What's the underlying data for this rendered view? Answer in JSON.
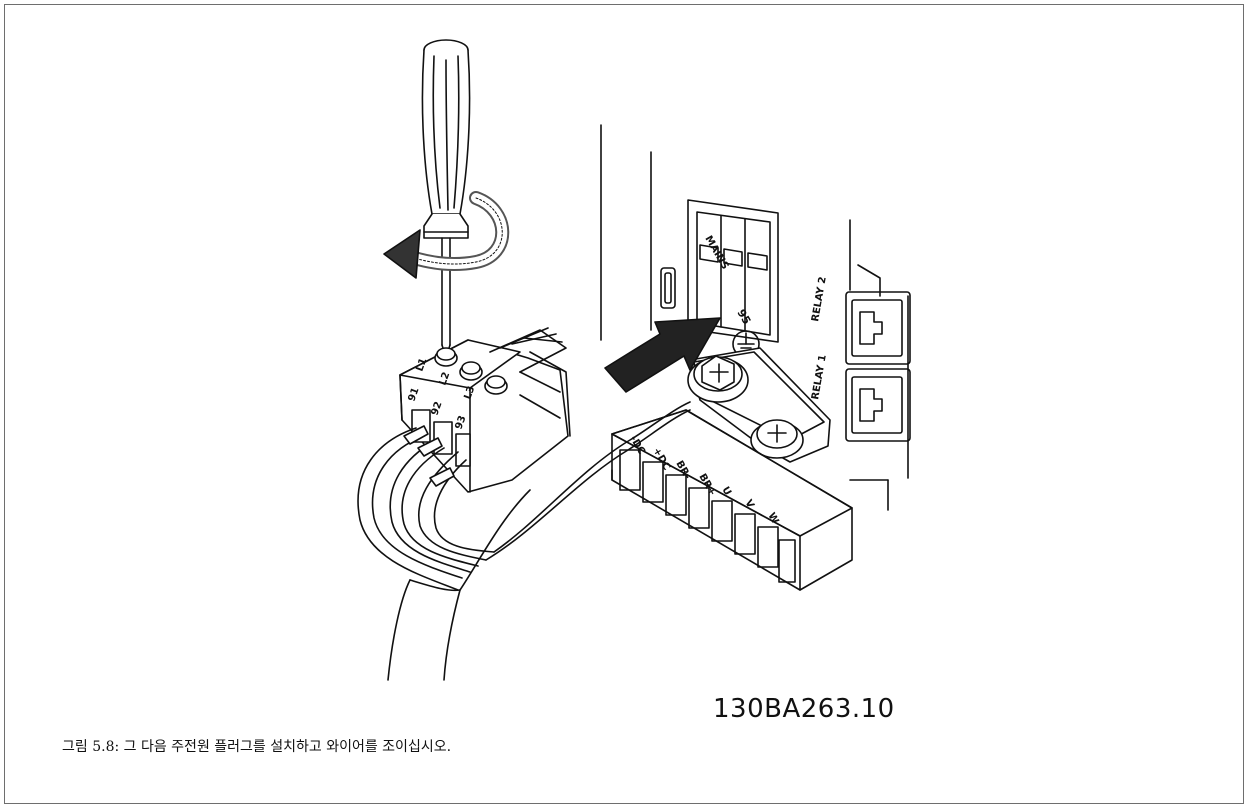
{
  "figure": {
    "drawing_id": "130BA263.10",
    "caption": "그림 5.8: 그 다음 주전원 플러그를 설치하고 와이어를 조이십시오."
  },
  "connector_labels": {
    "mains": "MAINS",
    "relay_1": "RELAY 1",
    "relay_2": "RELAY 2",
    "ground_mark": "95",
    "plug_top": [
      "L1",
      "L2",
      "L3"
    ],
    "plug_front": [
      "91",
      "92",
      "93"
    ]
  },
  "motor_terminal_labels": [
    "-DC",
    "+DC",
    "BR-",
    "BR+",
    "U",
    "V",
    "W"
  ]
}
